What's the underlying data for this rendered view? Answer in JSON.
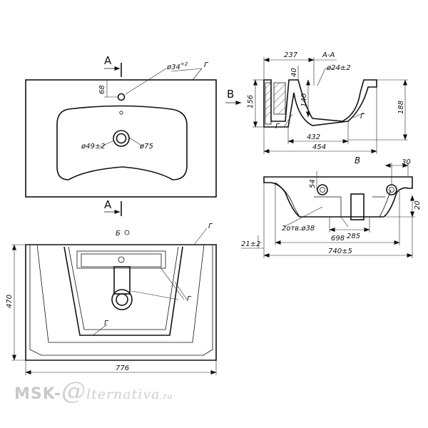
{
  "labels": {
    "section_a_top": "A",
    "section_a_bottom": "A",
    "view_b_arrow": "B",
    "view_b_arrow2": "Б",
    "view_b_title": "B",
    "section_aa_title": "A-A",
    "d34": "ø34",
    "d34_tol": "+2",
    "d49": "ø49±2",
    "d75": "ø75",
    "d24": "ø24±2",
    "d38": "2отв.ø38",
    "g1": "Г",
    "g2": "Г",
    "g3": "Г",
    "g4": "Г",
    "g5": "Г",
    "g6": "Г",
    "dim68": "68",
    "dim237": "237",
    "dim40": "40",
    "dim140": "140",
    "dim156": "156",
    "dim188": "188",
    "dim432": "432",
    "dim454": "454",
    "dim30": "30",
    "dim54": "54",
    "dim20": "20",
    "dim285": "285",
    "dim21": "21±2",
    "dim698": "698",
    "dim740": "740±5",
    "dim470": "470",
    "dim776": "776"
  },
  "watermark": {
    "brand": "MSK-",
    "symbol": "@",
    "rest": "lternativa",
    "tld": ".ru"
  }
}
